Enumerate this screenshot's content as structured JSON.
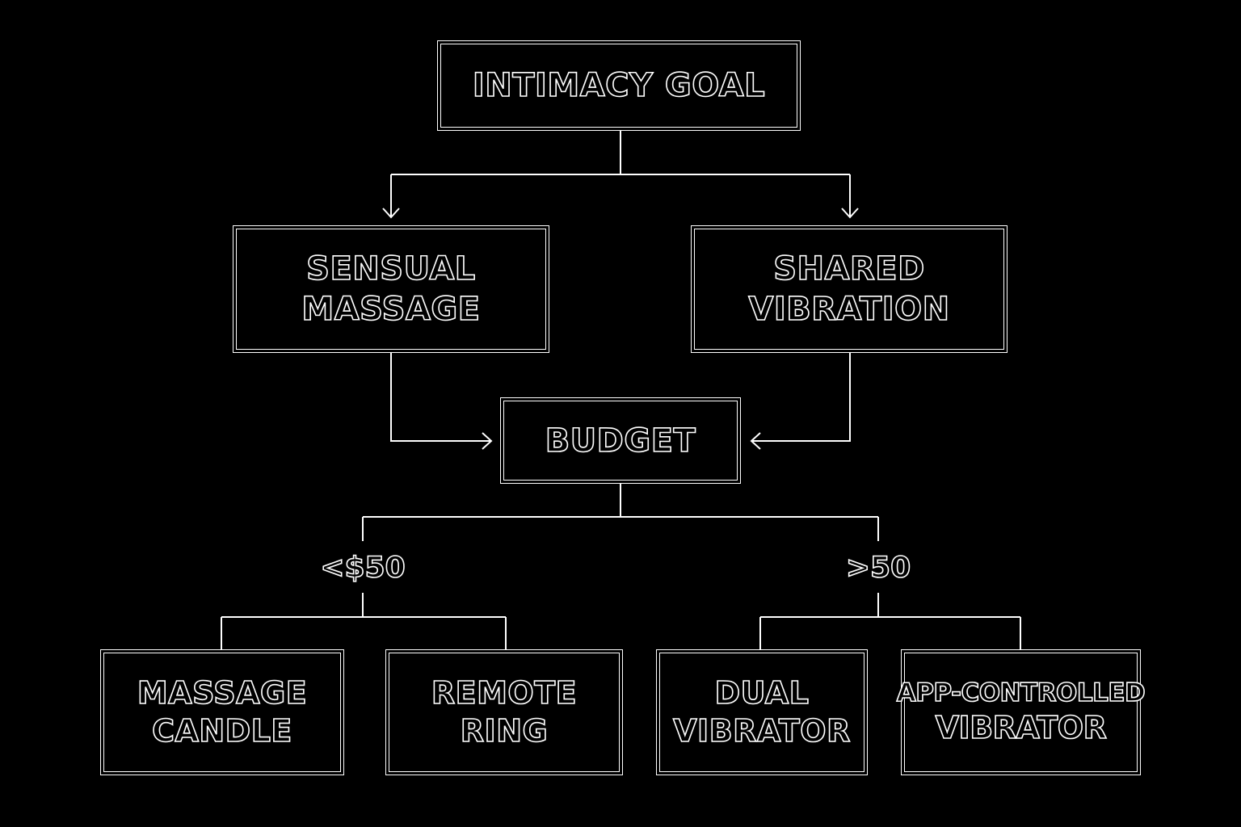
{
  "nodes": {
    "goal": [
      "INTIMACY GOAL"
    ],
    "massage": [
      "SENSUAL",
      "MASSAGE"
    ],
    "vibration": [
      "SHARED",
      "VIBRATION"
    ],
    "budget": [
      "BUDGET"
    ],
    "candle": [
      "MASSAGE",
      "CANDLE"
    ],
    "ring": [
      "REMOTE",
      "RING"
    ],
    "dual": [
      "DUAL",
      "VIBRATOR"
    ],
    "app": [
      "APP-CONTROLLED",
      "VIBRATOR"
    ]
  },
  "branches": {
    "low": "<$50",
    "high": ">50"
  },
  "colors": {
    "background": "#000000",
    "line": "#ffffff"
  }
}
